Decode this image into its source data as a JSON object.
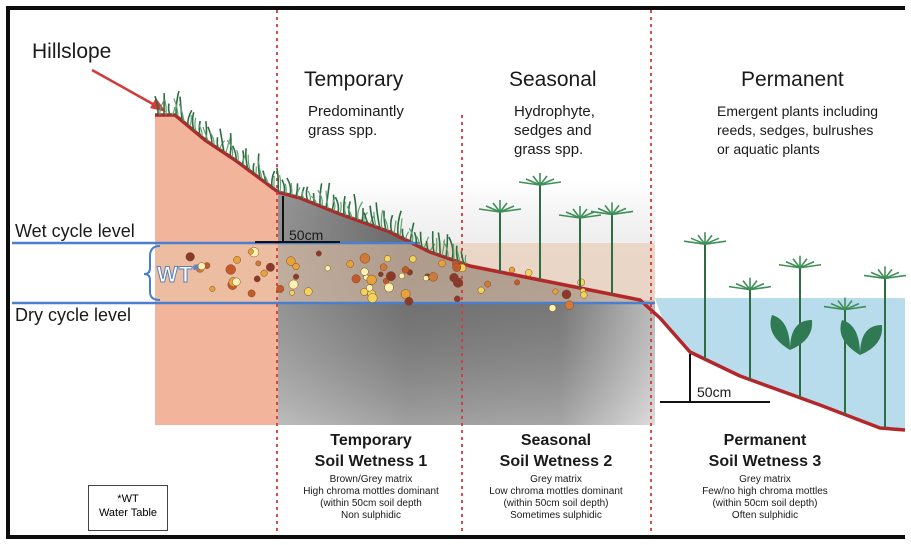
{
  "hillslope_label": "Hillslope",
  "wet_cycle_label": "Wet cycle level",
  "dry_cycle_label": "Dry cycle level",
  "water_table_marker": "WT",
  "water_table_marker_sup": "*",
  "depth_label_upper": "50cm",
  "depth_label_lower": "50cm",
  "zones": [
    {
      "title": "Temporary",
      "vegetation": "Predominantly\ngrass spp."
    },
    {
      "title": "Seasonal",
      "vegetation": "Hydrophyte,\nsedges and\ngrass spp."
    },
    {
      "title": "Permanent",
      "vegetation": "Emergent plants including\nreeds, sedges, bulrushes\nor aquatic plants"
    }
  ],
  "soil_classes": [
    {
      "heading": "Temporary\nSoil Wetness 1",
      "details": "Brown/Grey matrix\nHigh chroma mottles dominant\n(within 50cm soil depth\nNon sulphidic"
    },
    {
      "heading": "Seasonal\nSoil Wetness 2",
      "details": "Grey matrix\nLow chroma mottles dominant\n(within 50cm soil depth)\nSometimes sulphidic"
    },
    {
      "heading": "Permanent\nSoil Wetness 3",
      "details": "Grey matrix\nFew/no high chroma mottles\n(within 50cm soil depth)\nOften sulphidic"
    }
  ],
  "legend": {
    "line1": "*WT",
    "line2": "Water Table"
  },
  "colors": {
    "soil_pink": "#f2b49a",
    "soil_grey": "#6f6f6f",
    "water_blue": "#b9dcec",
    "surface_red": "#b3262a",
    "divider_red": "#d23a3a",
    "level_blue": "#4a7fd0",
    "vegetation_green": "#3f8f5a"
  }
}
